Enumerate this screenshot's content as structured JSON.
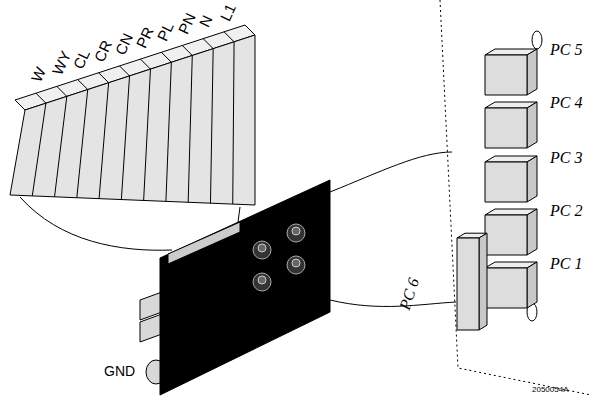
{
  "diagram": {
    "labels": [
      "W",
      "WY",
      "CL",
      "CR",
      "CN",
      "PR",
      "PL",
      "PN",
      "N",
      "L1",
      "GND",
      "PC 6",
      "PC 5",
      "PC 4",
      "PC 3",
      "PC 2",
      "PC 1",
      "2050054A"
    ]
  }
}
